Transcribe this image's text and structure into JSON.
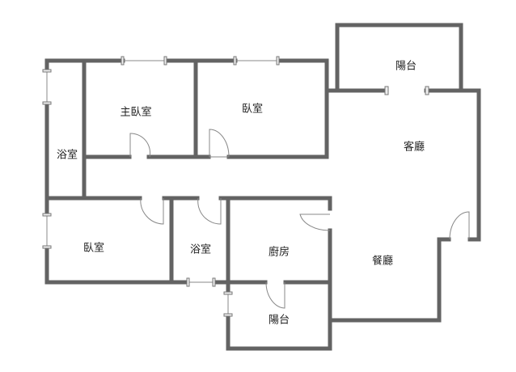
{
  "rooms": {
    "master_bedroom": "主臥室",
    "bedroom_top": "臥室",
    "bathroom_left": "浴室",
    "living_room": "客廳",
    "balcony_top": "陽台",
    "bedroom_bottom": "臥室",
    "bathroom_mid": "浴室",
    "kitchen": "廚房",
    "dining_room": "餐廳",
    "balcony_bottom": "陽台"
  }
}
